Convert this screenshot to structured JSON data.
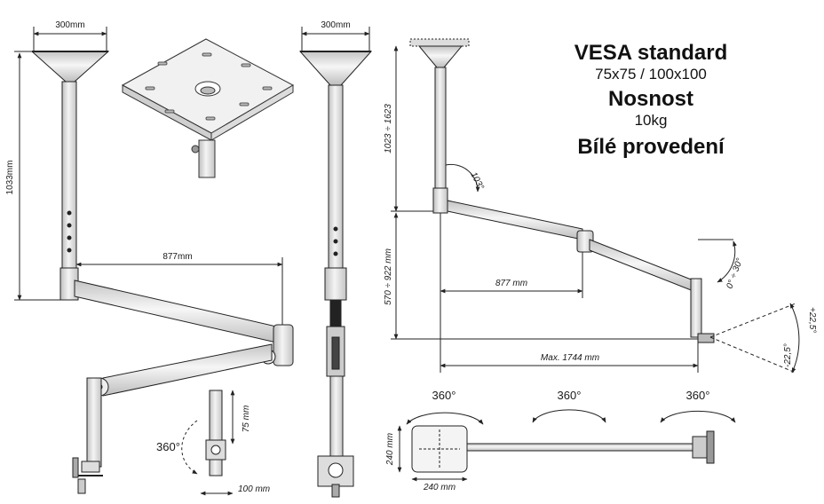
{
  "specs": {
    "vesa_title": "VESA standard",
    "vesa_sizes": "75x75 / 100x100",
    "load_title": "Nosnost",
    "load_value": "10kg",
    "finish": "Bílé provedení"
  },
  "dimensions": {
    "plate_width_front": "300mm",
    "plate_width_side": "300mm",
    "pole_height": "1033mm",
    "arm_reach_front": "877mm",
    "vesa_size_small": "75 mm",
    "vesa_size_large": "100 mm",
    "rotation_front": "360°",
    "height_range_side": "1023 ÷ 1623",
    "height_range_arm": "570 ÷ 922 mm",
    "angle_joint": "103°",
    "arm_reach_side": "877 mm",
    "max_reach": "Max. 1744 mm",
    "tilt_range": "0° ÷ 30°",
    "tilt_up": "+22,5°",
    "tilt_down": "-22,5°",
    "top_depth": "240 mm",
    "top_width": "240 mm",
    "rotation_top_1": "360°",
    "rotation_top_2": "360°",
    "rotation_top_3": "360°"
  },
  "colors": {
    "line": "#222222",
    "metal": "#e6e6e6",
    "metal_dark": "#bdbdbd"
  }
}
